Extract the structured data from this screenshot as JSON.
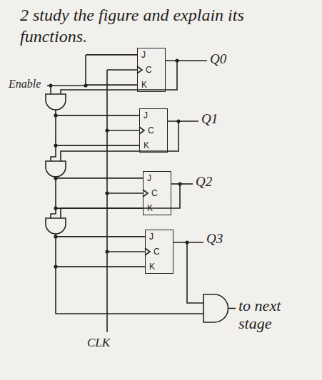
{
  "diagram": {
    "title": "2 study the figure and explain its functions.",
    "nodes": [
      {
        "text": [
          "J",
          "C",
          "K"
        ]
      },
      {
        "text": [
          "J",
          "C",
          "K"
        ]
      },
      {
        "text": [
          "J",
          "C",
          "K"
        ]
      },
      {
        "text": [
          "J",
          "C",
          "K"
        ]
      }
    ],
    "labels": [
      "Q0",
      "Enable",
      "Q1",
      "Q2",
      "Q3",
      "CLK",
      "to next stage"
    ]
  }
}
